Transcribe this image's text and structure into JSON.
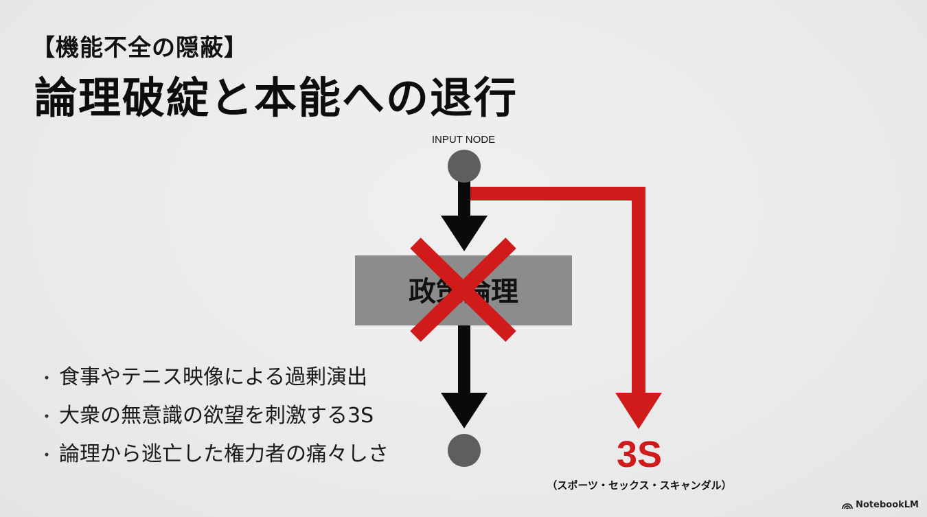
{
  "header": {
    "subtitle": "【機能不全の隠蔽】",
    "title": "論理破綻と本能への退行"
  },
  "diagram": {
    "input_label": "INPUT NODE",
    "box_label": "政策論理",
    "output_label": "3S",
    "output_sublabel": "（スポーツ・セックス・スキャンダル）"
  },
  "bullets": [
    "食事やテニス映像による過剰演出",
    "大衆の無意識の欲望を刺激する3S",
    "論理から逃亡した権力者の痛々しさ"
  ],
  "bullet_marker": "・",
  "branding": {
    "name": "NotebookLM",
    "icon": "notebooklm-logo-icon"
  },
  "colors": {
    "accent_red": "#d11a1a",
    "arrow_black": "#0a0a0a",
    "node_gray": "#5e5e5e",
    "box_gray": "#8c8c8c"
  }
}
